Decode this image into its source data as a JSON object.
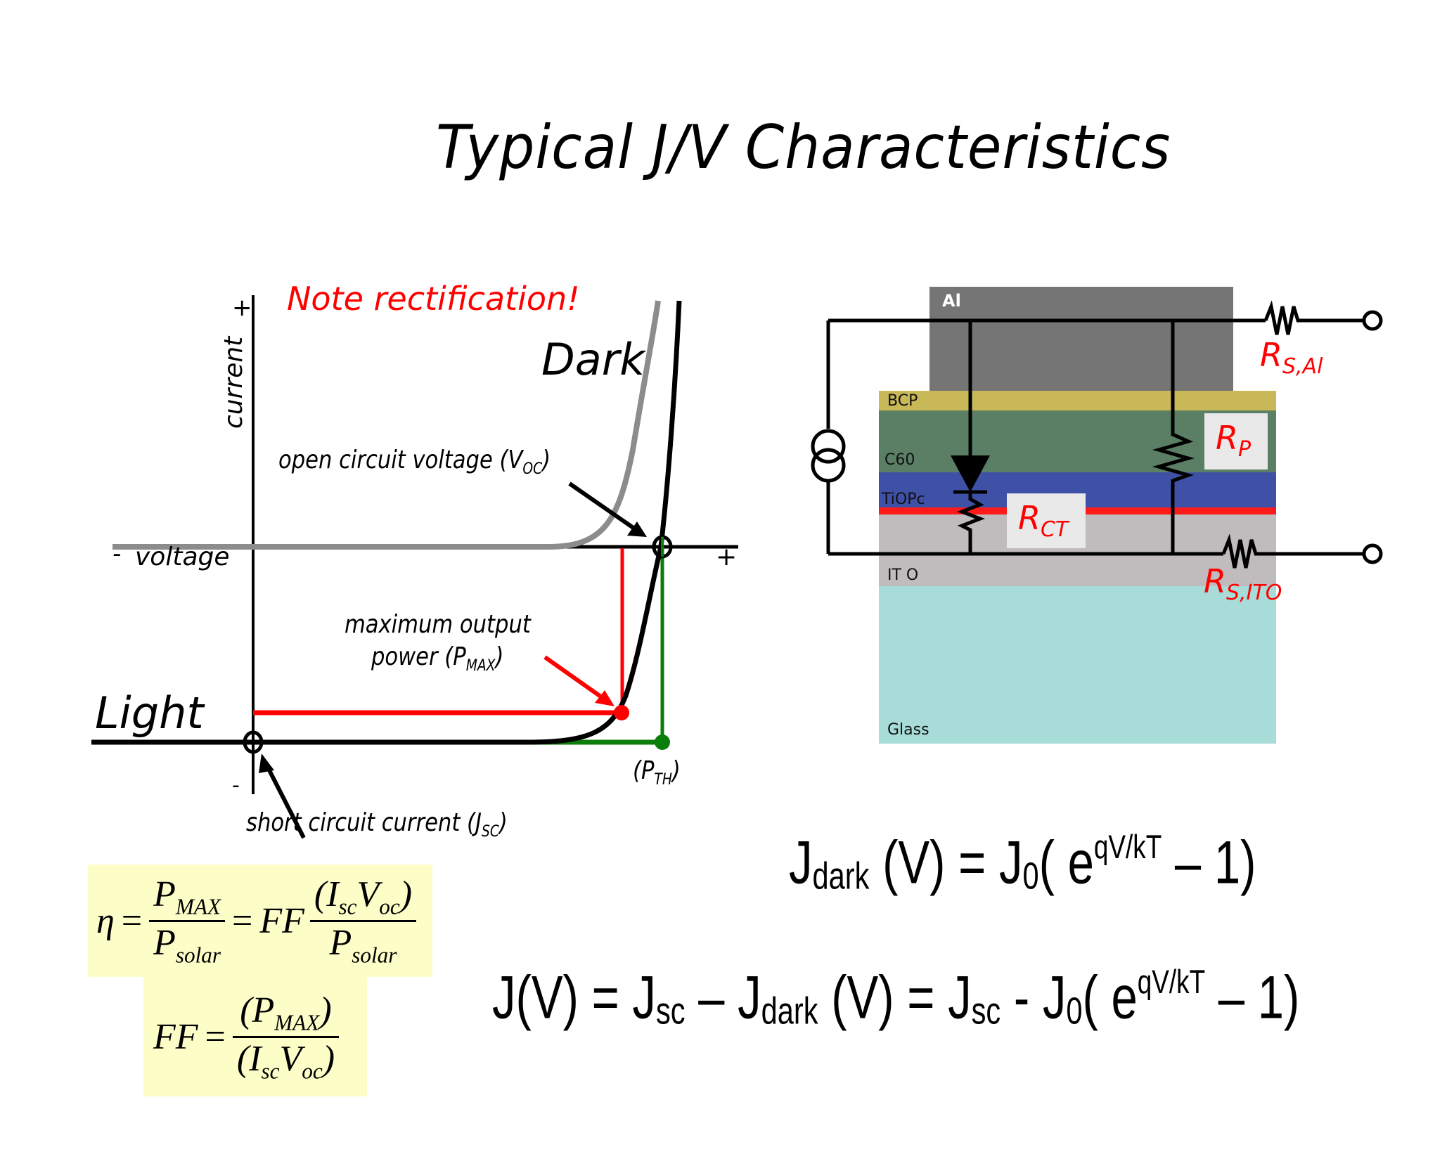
{
  "title": "Typical J/V Characteristics",
  "jv_plot": {
    "note": "Note rectification!",
    "axis_current_label": "current",
    "axis_voltage_label": "voltage",
    "axis_plus_top": "+",
    "axis_minus_bottom": "-",
    "axis_minus_left": "-",
    "axis_plus_right": "+",
    "curve_dark_label": "Dark",
    "curve_light_label": "Light",
    "annotations": {
      "voc": {
        "text": "open circuit voltage (V",
        "sub": "OC",
        "close": ")"
      },
      "pmax_line1": "maximum output",
      "pmax_line2": {
        "text": "power (P",
        "sub": "MAX",
        "close": ")"
      },
      "pth": {
        "text": "(P",
        "sub": "TH",
        "close": ")"
      },
      "jsc": {
        "text": "short circuit current (J",
        "sub": "SC",
        "close": ")"
      }
    },
    "colors": {
      "dark_curve": "#8c8c8c",
      "light_curve": "#000000",
      "pmax": "#ff0000",
      "pth": "#0a7d0a"
    }
  },
  "device_stack": {
    "layers": [
      {
        "name": "Al",
        "color": "#757575"
      },
      {
        "name": "BCP",
        "color": "#c8b858"
      },
      {
        "name": "C60",
        "color": "#5a7f64"
      },
      {
        "name": "TiOPc",
        "color": "#3f51a6"
      },
      {
        "name": "IT O",
        "color": "#c0bbbd"
      },
      {
        "name": "Glass",
        "color": "#a7dcd8"
      }
    ],
    "interface_color": "#ff1a1a",
    "resistors": {
      "rs_al": {
        "main": "R",
        "sub": "S,Al"
      },
      "rp": {
        "main": "R",
        "sub": "P"
      },
      "rct": {
        "main": "R",
        "sub": "CT"
      },
      "rs_ito": {
        "main": "R",
        "sub": "S,ITO"
      }
    }
  },
  "formulas": {
    "efficiency": {
      "eta": "η",
      "eq": "=",
      "pmax": "P",
      "pmax_sub": "MAX",
      "psolar": "P",
      "psolar_sub": "solar",
      "ff": "FF",
      "isc": "I",
      "isc_sub": "sc",
      "voc": "V",
      "voc_sub": "oc"
    },
    "fill_factor": {
      "ff": "FF",
      "eq": "=",
      "pmax": "P",
      "pmax_sub": "MAX",
      "isc": "I",
      "isc_sub": "sc",
      "voc": "V",
      "voc_sub": "oc"
    },
    "jdark": {
      "j": "J",
      "dark_sub": "dark",
      "v_arg": " (V) = ",
      "j0": "J",
      "zero_sub": "0",
      "exp_open": "( e",
      "exponent": "qV/kT",
      "tail": " – 1)"
    },
    "jv": {
      "jv": "J(V) = ",
      "j1": "J",
      "sc_sub": "sc",
      "minus": " – ",
      "j2": "J",
      "dark_sub": "dark",
      "v_arg": " (V) = ",
      "j3": "J",
      "sc_sub2": "sc",
      "minus2": " - ",
      "j4": "J",
      "zero_sub": "0",
      "exp_open": "( e",
      "exponent": "qV/kT",
      "tail": " – 1)"
    }
  }
}
